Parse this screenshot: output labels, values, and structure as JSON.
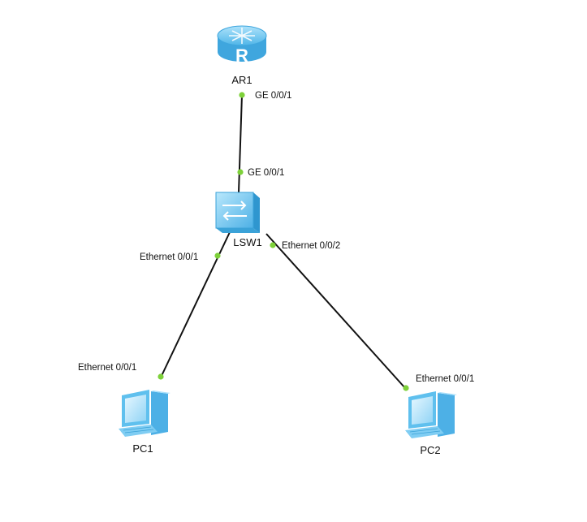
{
  "colors": {
    "background": "#ffffff",
    "link": "#111111",
    "port_dot": "#7ed13a",
    "device_body": "#5fc0ee",
    "device_light": "#a9e0fb",
    "device_dark": "#2f96cf"
  },
  "nodes": {
    "router": {
      "label": "AR1",
      "icon": "router-icon"
    },
    "switch": {
      "label": "LSW1",
      "icon": "switch-icon"
    },
    "pc1": {
      "label": "PC1",
      "icon": "pc-icon"
    },
    "pc2": {
      "label": "PC2",
      "icon": "pc-icon"
    }
  },
  "links": [
    {
      "from": "AR1",
      "to": "LSW1",
      "from_port": "GE 0/0/1",
      "to_port": "GE 0/0/1"
    },
    {
      "from": "LSW1",
      "to": "PC1",
      "from_port": "Ethernet 0/0/1",
      "to_port": "Ethernet 0/0/1"
    },
    {
      "from": "LSW1",
      "to": "PC2",
      "from_port": "Ethernet 0/0/2",
      "to_port": "Ethernet 0/0/1"
    }
  ]
}
